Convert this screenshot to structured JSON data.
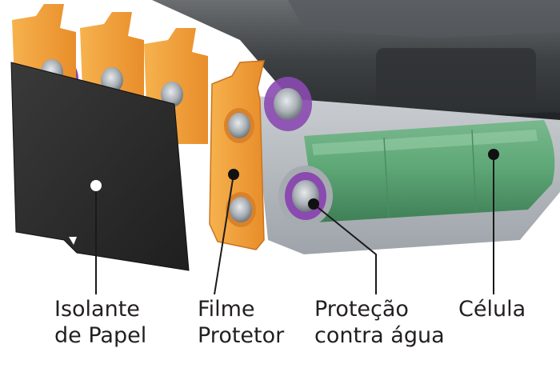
{
  "labels": {
    "paper_insulator": {
      "line1": "Isolante",
      "line2": "de Papel"
    },
    "protective_film": {
      "line1": "Filme",
      "line2": "Protetor"
    },
    "water_protection": {
      "line1": "Proteção",
      "line2": "contra água"
    },
    "cell": {
      "line1": "Célula"
    }
  },
  "colors": {
    "text": "#231f20",
    "leader_line": "#1a1a1a",
    "marker_on_dark": "#ffffff",
    "marker_on_light": "#111111",
    "paper_insulator": "#2b2b2b",
    "protective_film": "#f0a040",
    "water_protection_ring": "#8a4ab0",
    "cell": "#5fa877",
    "housing": "#3f4346"
  }
}
